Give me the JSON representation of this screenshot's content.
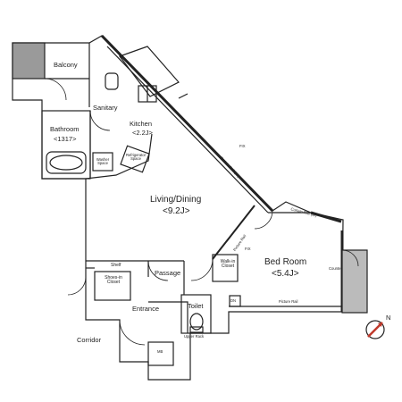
{
  "rooms": {
    "balcony": "Balcony",
    "sanitary": "Sanitary",
    "kitchen": "Kitchen",
    "kitchen_size": "<2.2J>",
    "bathroom": "Bathroom",
    "bathroom_size": "<1317>",
    "washer_space": "Washer Space",
    "refrigerator_space": "Refrigerator Space",
    "living_dining": "Living/Dining",
    "living_dining_size": "<9.2J>",
    "bed_room": "Bed Room",
    "bed_room_size": "<5.4J>",
    "shelf": "Shelf",
    "shoes_in_closet": "Shoes-in Closet",
    "passage": "Passage",
    "walk_in_closet": "Walk-in Closet",
    "entrance": "Entrance",
    "toilet": "Toilet",
    "upper_rack": "Upper Rack",
    "corridor": "Corridor",
    "mb": "MB",
    "counter": "Counter",
    "picture_rail": "Picture Rail",
    "fix": "FIX",
    "curtain_rail": "Curtain Rail (W)",
    "dn": "DN",
    "fix_2": "FIX",
    "picture_rail_2": "Picture Rail",
    "curtain_rail_2": "Curtain Rail (W)"
  },
  "compass": {
    "north_label": "N"
  }
}
